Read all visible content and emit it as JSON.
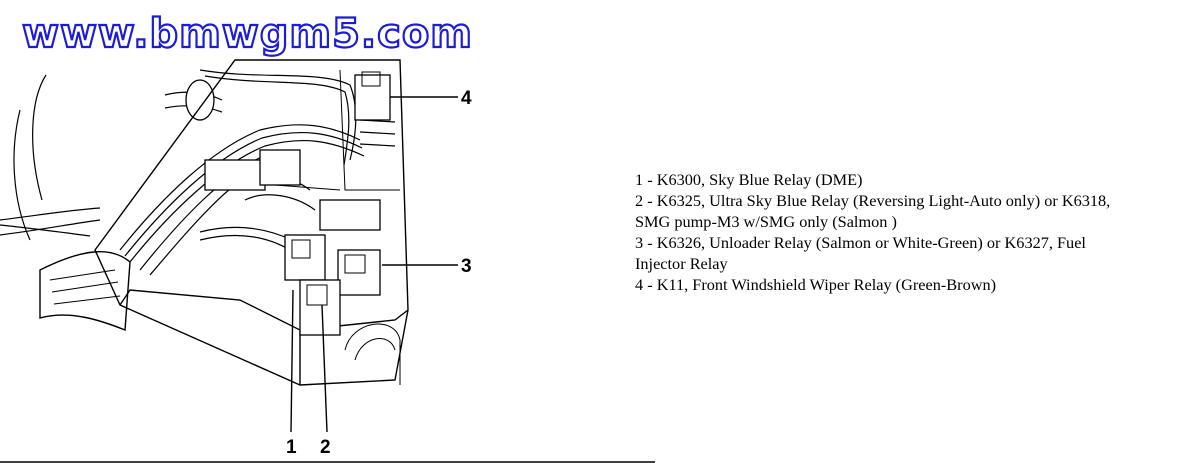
{
  "watermark": "www.bmwgm5.com",
  "callouts": [
    {
      "id": "1",
      "label": "1"
    },
    {
      "id": "2",
      "label": "2"
    },
    {
      "id": "3",
      "label": "3"
    },
    {
      "id": "4",
      "label": "4"
    }
  ],
  "legend": [
    {
      "line": "1 - K6300, Sky Blue Relay (DME)"
    },
    {
      "line": "2 - K6325, Ultra Sky Blue Relay (Reversing Light-Auto only) or K6318,"
    },
    {
      "line": "SMG pump-M3 w/SMG only (Salmon )"
    },
    {
      "line": "3 - K6326, Unloader Relay (Salmon or White-Green) or K6327, Fuel"
    },
    {
      "line": "Injector Relay"
    },
    {
      "line": "4 - K11, Front Windshield Wiper Relay (Green-Brown)"
    }
  ],
  "colors": {
    "watermark_outline": "#1b1bd9",
    "ink": "#000000"
  }
}
